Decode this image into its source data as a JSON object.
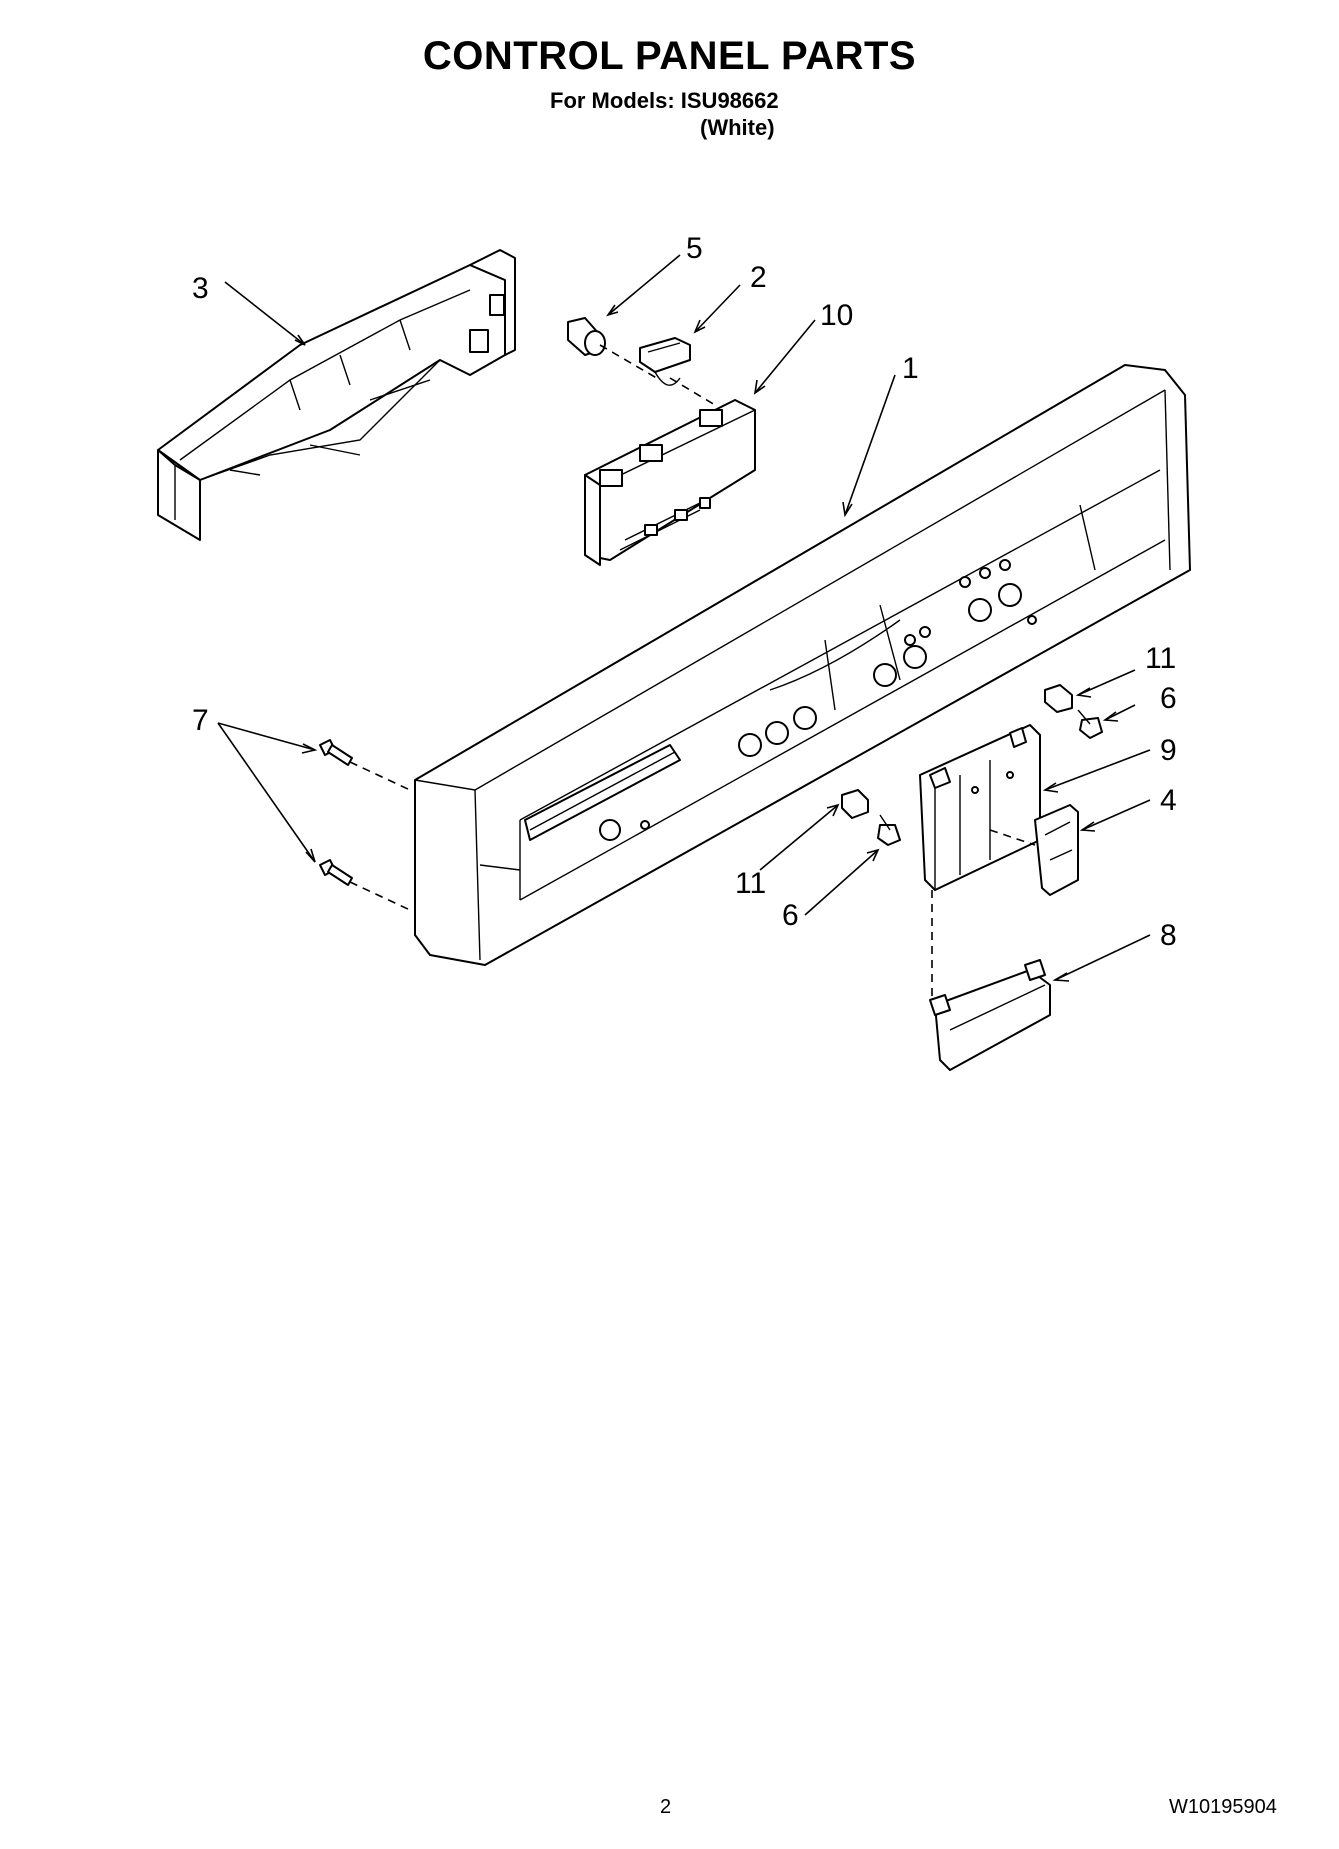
{
  "header": {
    "title": "CONTROL PANEL PARTS",
    "models": "For Models: ISU98662",
    "color": "(White)"
  },
  "callouts": {
    "c1": "1",
    "c2": "2",
    "c3": "3",
    "c4": "4",
    "c5": "5",
    "c6a": "6",
    "c6b": "6",
    "c7": "7",
    "c8": "8",
    "c9": "9",
    "c10": "10",
    "c11a": "11",
    "c11b": "11"
  },
  "footer": {
    "page_number": "2",
    "document_id": "W10195904"
  }
}
